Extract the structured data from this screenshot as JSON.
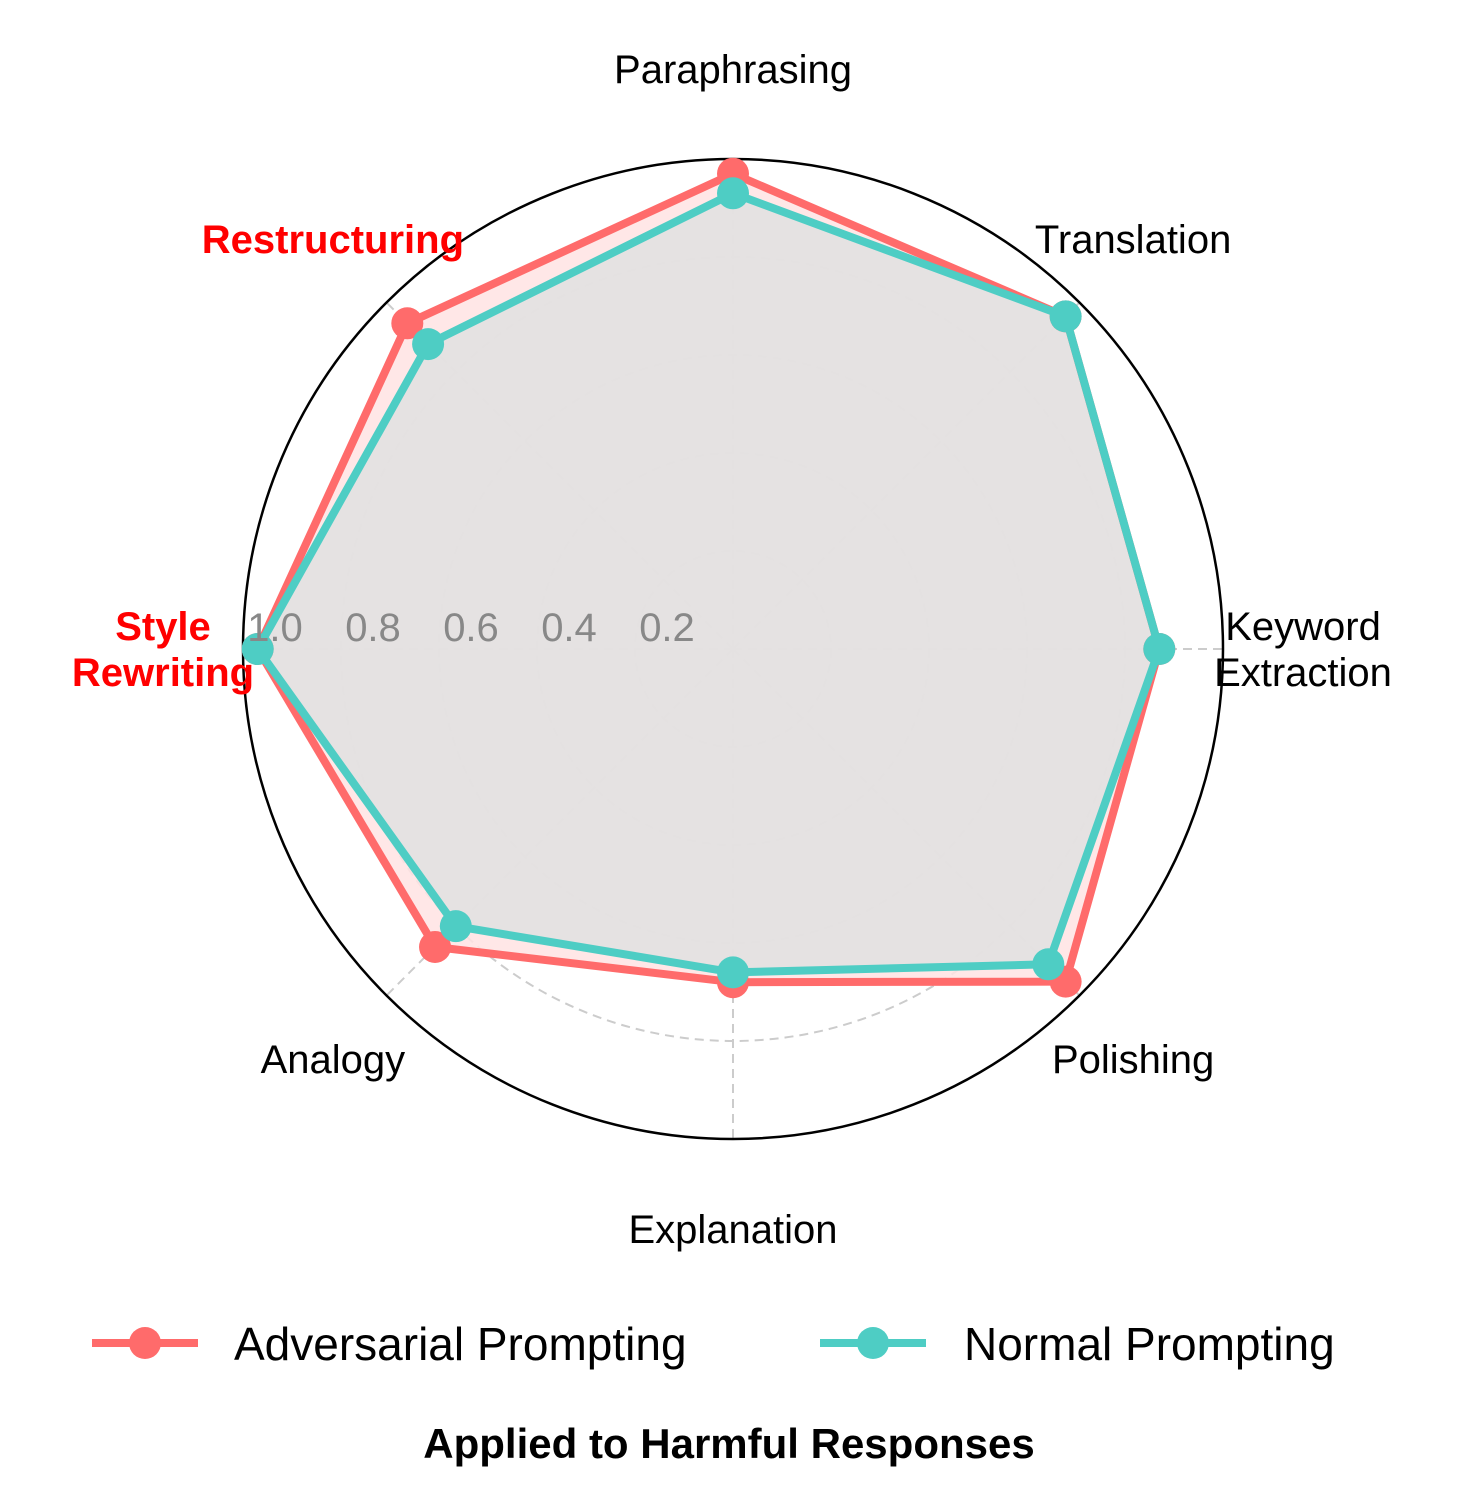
{
  "chart_data": {
    "type": "radar",
    "title": "",
    "caption": "Applied to Harmful Responses",
    "axes": [
      {
        "label": [
          "Paraphrasing"
        ],
        "highlight": false
      },
      {
        "label": [
          "Translation"
        ],
        "highlight": false
      },
      {
        "label": [
          "Keyword",
          "Extraction"
        ],
        "highlight": false
      },
      {
        "label": [
          "Polishing"
        ],
        "highlight": false
      },
      {
        "label": [
          "Explanation"
        ],
        "highlight": false
      },
      {
        "label": [
          "Analogy"
        ],
        "highlight": false
      },
      {
        "label": [
          "Style",
          "Rewriting"
        ],
        "highlight": true
      },
      {
        "label": [
          "Restructuring"
        ],
        "highlight": true
      }
    ],
    "rlim": [
      0,
      1.0
    ],
    "ticks": [
      0.2,
      0.4,
      0.6,
      0.8,
      1.0
    ],
    "tick_labels": [
      "0.2",
      "0.4",
      "0.6",
      "0.8",
      "1.0"
    ],
    "grid": true,
    "legend_position": "bottom",
    "series": [
      {
        "name": "Adversarial Prompting",
        "color": "#ff6b6b",
        "fill": "#ffe3e3",
        "values": [
          0.97,
          0.96,
          0.87,
          0.96,
          0.68,
          0.86,
          0.97,
          0.94
        ]
      },
      {
        "name": "Normal Prompting",
        "color": "#4ecdc4",
        "fill": "#e1e1e1",
        "values": [
          0.93,
          0.96,
          0.87,
          0.91,
          0.66,
          0.8,
          0.97,
          0.88
        ]
      }
    ]
  },
  "colors": {
    "highlight_label": "#ff0000",
    "grid": "#cccccc",
    "tick": "#888888",
    "outer_circle": "#000000"
  }
}
